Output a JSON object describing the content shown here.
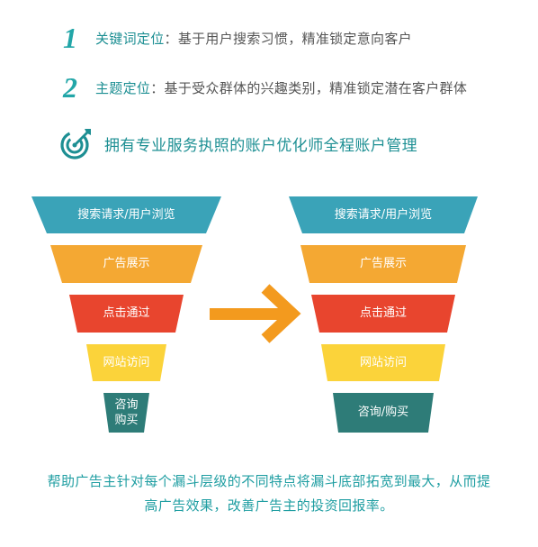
{
  "points": [
    {
      "number": "1",
      "title": "关键词定位",
      "separator": "：",
      "desc": "基于用户搜索习惯，精准锁定意向客户"
    },
    {
      "number": "2",
      "title": "主题定位",
      "separator": "：",
      "desc": "基于受众群体的兴趣类别，精准锁定潜在客户群体"
    }
  ],
  "headline": "拥有专业服务执照的账户优化师全程账户管理",
  "left_funnel": [
    {
      "label": "搜索请求/用户浏览",
      "color": "#3aa3b8"
    },
    {
      "label": "广告展示",
      "color": "#f4a833"
    },
    {
      "label": "点击通过",
      "color": "#e8452e"
    },
    {
      "label": "网站访问",
      "color": "#fbd33a"
    },
    {
      "label": "咨询\n购买",
      "color": "#2e7c78"
    }
  ],
  "right_funnel": [
    {
      "label": "搜索请求/用户浏览",
      "color": "#3aa3b8"
    },
    {
      "label": "广告展示",
      "color": "#f4a833"
    },
    {
      "label": "点击通过",
      "color": "#e8452e"
    },
    {
      "label": "网站访问",
      "color": "#fbd33a"
    },
    {
      "label": "咨询/购买",
      "color": "#2e7c78"
    }
  ],
  "arrow_color": "#f39a1e",
  "footer": {
    "line1": "帮助广告主针对每个漏斗层级的不同特点将漏斗底部拓宽到最大，从而提",
    "line2": "高广告效果，改善广告主的投资回报率。"
  }
}
